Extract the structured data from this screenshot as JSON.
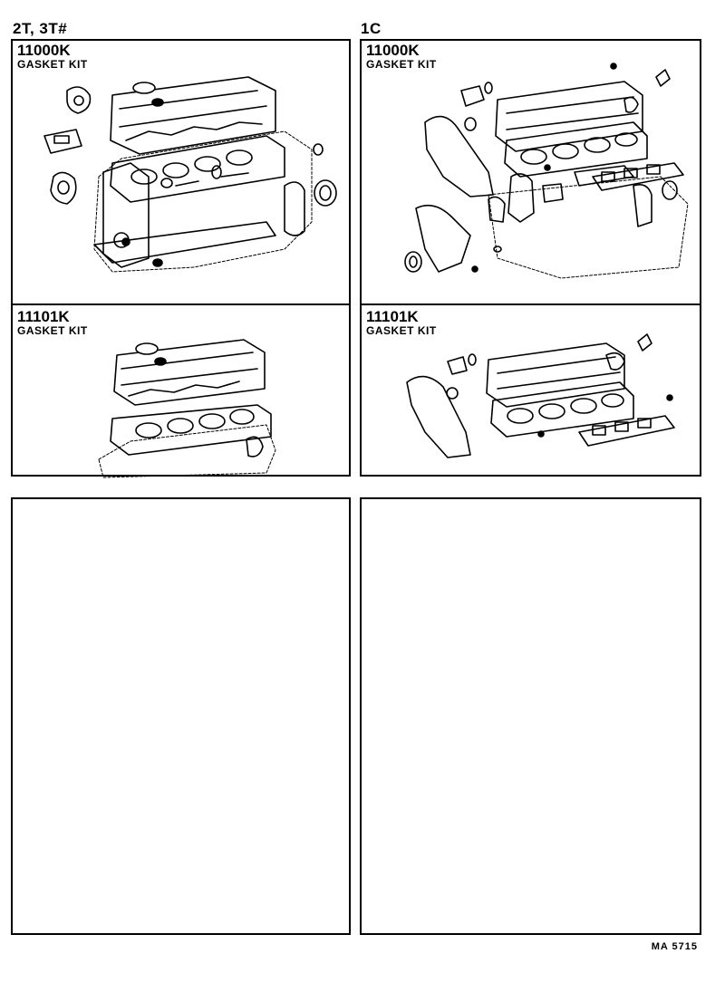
{
  "columns": [
    {
      "heading": "2T, 3T#",
      "panels": [
        {
          "part_number": "11000K",
          "name": "GASKET KIT"
        },
        {
          "part_number": "11101K",
          "name": "GASKET KIT"
        }
      ]
    },
    {
      "heading": "1C",
      "panels": [
        {
          "part_number": "11000K",
          "name": "GASKET KIT"
        },
        {
          "part_number": "11101K",
          "name": "GASKET KIT"
        }
      ]
    }
  ],
  "footer_code": "MA 5715"
}
